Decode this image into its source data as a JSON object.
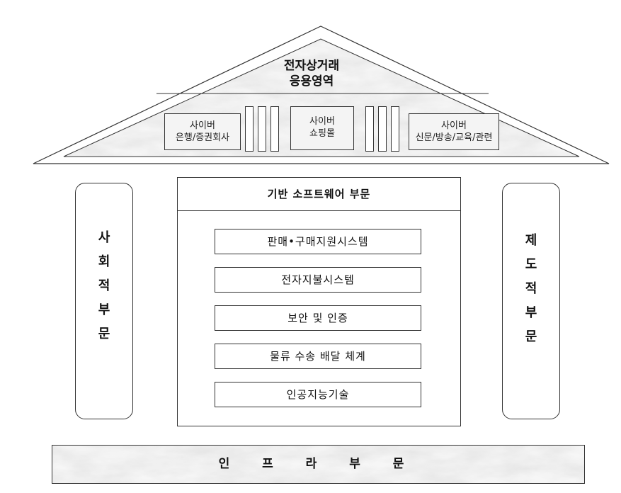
{
  "roof": {
    "title_line1": "전자상거래",
    "title_line2": "응용영역",
    "boxes": [
      {
        "line1": "사이버",
        "line2": "은행/증권회사"
      },
      {
        "line1": "사이버",
        "line2": "쇼핑몰"
      },
      {
        "line1": "사이버",
        "line2": "신문/방송/교육/관련"
      }
    ]
  },
  "left_pillar": {
    "chars": [
      "사",
      "회",
      "적",
      "부",
      "문"
    ]
  },
  "right_pillar": {
    "chars": [
      "제",
      "도",
      "적",
      "부",
      "문"
    ]
  },
  "core": {
    "title": "기반 소프트웨어 부문",
    "items": [
      "판매•구매지원시스템",
      "전자지불시스템",
      "보안 및 인증",
      "물류 수송 배달 체계",
      "인공지능기술"
    ]
  },
  "base": {
    "label": "인 프 라 부 문"
  },
  "colors": {
    "marble_light": "#f2f2f2",
    "marble_dark": "#b8b8b8",
    "line": "#333333"
  }
}
